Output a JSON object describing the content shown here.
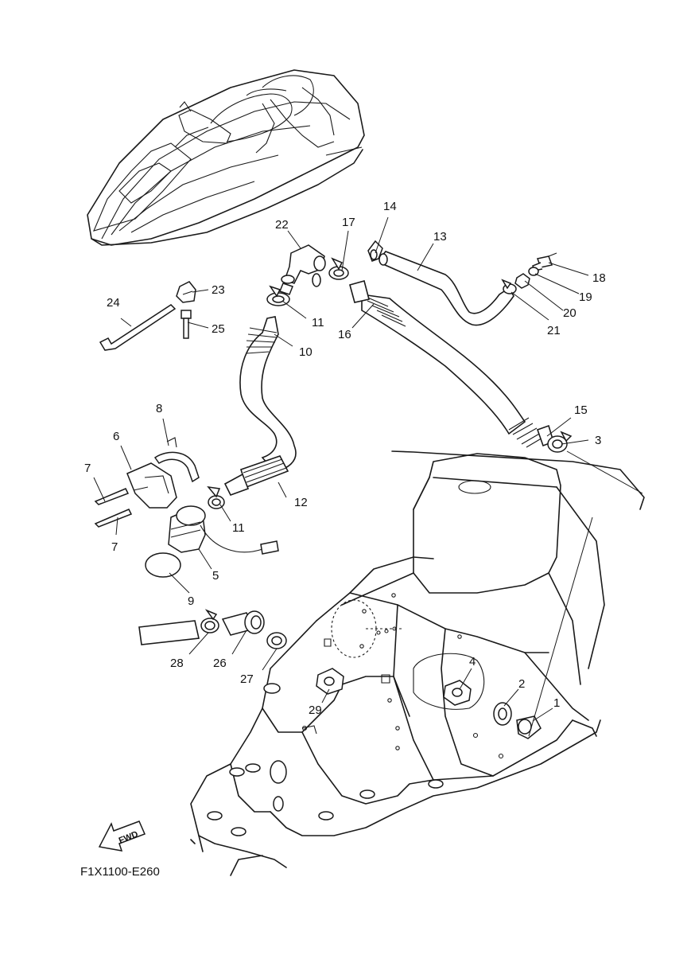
{
  "callouts": [
    {
      "id": "c1",
      "label": "1"
    },
    {
      "id": "c2",
      "label": "2"
    },
    {
      "id": "c3",
      "label": "3"
    },
    {
      "id": "c4",
      "label": "4"
    },
    {
      "id": "c5",
      "label": "5"
    },
    {
      "id": "c6",
      "label": "6"
    },
    {
      "id": "c7a",
      "label": "7"
    },
    {
      "id": "c7b",
      "label": "7"
    },
    {
      "id": "c8",
      "label": "8"
    },
    {
      "id": "c9",
      "label": "9"
    },
    {
      "id": "c10",
      "label": "10"
    },
    {
      "id": "c11a",
      "label": "11"
    },
    {
      "id": "c11b",
      "label": "11"
    },
    {
      "id": "c12",
      "label": "12"
    },
    {
      "id": "c13",
      "label": "13"
    },
    {
      "id": "c14",
      "label": "14"
    },
    {
      "id": "c15",
      "label": "15"
    },
    {
      "id": "c16",
      "label": "16"
    },
    {
      "id": "c17",
      "label": "17"
    },
    {
      "id": "c18",
      "label": "18"
    },
    {
      "id": "c19",
      "label": "19"
    },
    {
      "id": "c20",
      "label": "20"
    },
    {
      "id": "c21",
      "label": "21"
    },
    {
      "id": "c22",
      "label": "22"
    },
    {
      "id": "c23",
      "label": "23"
    },
    {
      "id": "c24",
      "label": "24"
    },
    {
      "id": "c25",
      "label": "25"
    },
    {
      "id": "c26",
      "label": "26"
    },
    {
      "id": "c27",
      "label": "27"
    },
    {
      "id": "c28",
      "label": "28"
    },
    {
      "id": "c29",
      "label": "29"
    }
  ],
  "fwd_label": "FWD",
  "diagram_code": "F1X1100-E260"
}
